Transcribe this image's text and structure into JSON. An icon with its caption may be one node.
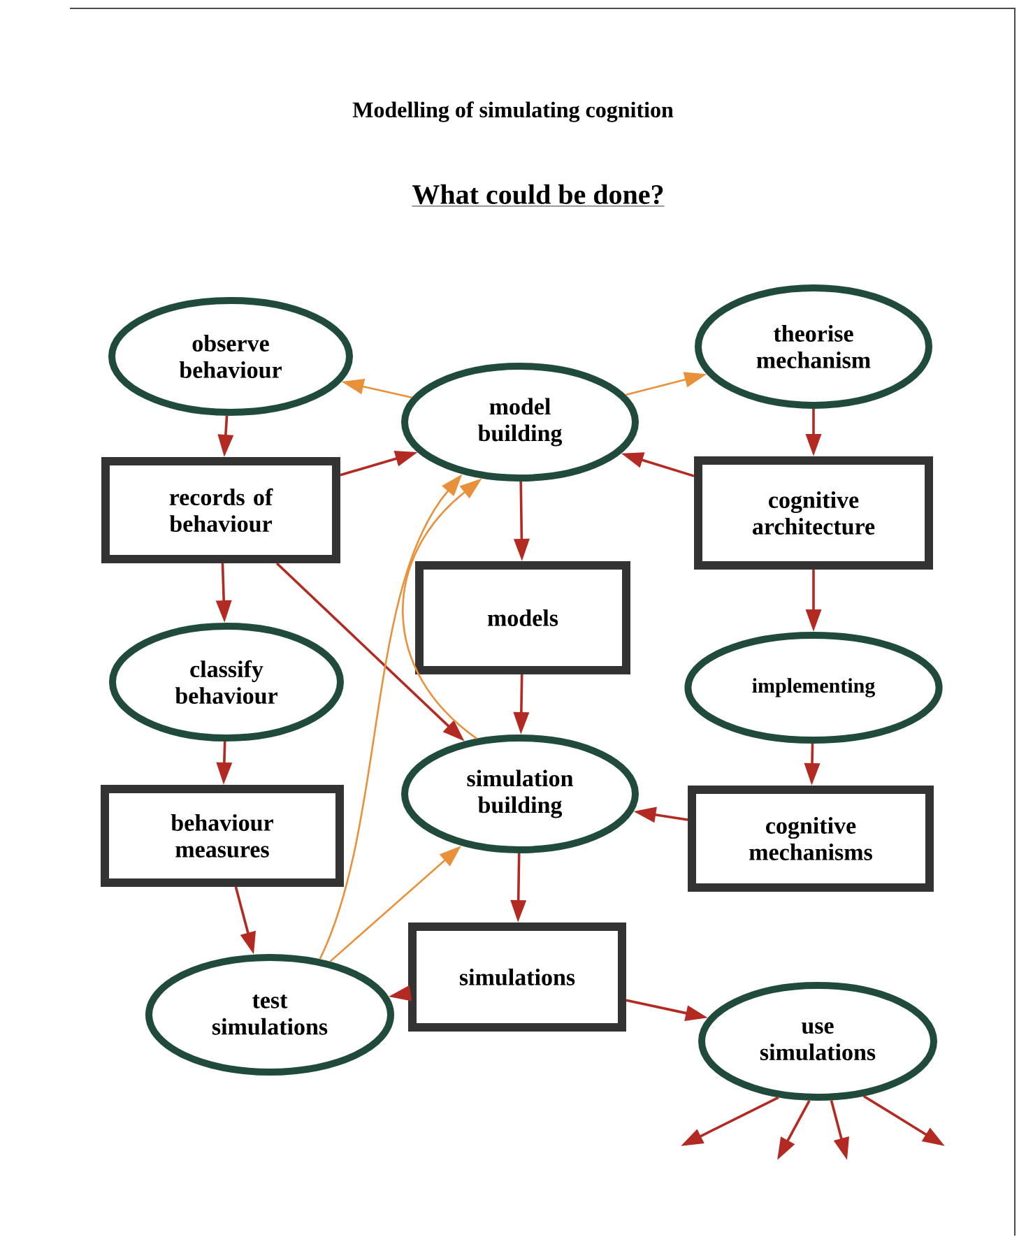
{
  "diagram": {
    "title": "Modelling of simulating cognition",
    "nodes": [
      {
        "text": [
          "observe behaviour"
        ]
      },
      {
        "text": [
          "model building"
        ]
      },
      {
        "text": [
          "theorise mechanism"
        ]
      },
      {
        "text": [
          "records of behaviour"
        ]
      },
      {
        "text": [
          "cognitive architecture"
        ]
      },
      {
        "text": [
          "models"
        ]
      },
      {
        "text": [
          "classify behaviour"
        ]
      },
      {
        "text": [
          "implementing"
        ]
      },
      {
        "text": [
          "simulation building"
        ]
      },
      {
        "text": [
          "behaviour measures"
        ]
      },
      {
        "text": [
          "cognitive mechanisms"
        ]
      },
      {
        "text": [
          "test simulations"
        ]
      },
      {
        "text": [
          "simulations"
        ]
      },
      {
        "text": [
          "use simulations"
        ]
      }
    ],
    "edges": [
      {
        "from": 1,
        "to": 0,
        "arrow": "to",
        "color": "#e8903a"
      },
      {
        "from": 1,
        "to": 2,
        "arrow": "to",
        "color": "#e8903a"
      },
      {
        "from": 0,
        "to": 3,
        "arrow": "to"
      },
      {
        "from": 3,
        "to": 1,
        "arrow": "to"
      },
      {
        "from": 2,
        "to": 4,
        "arrow": "to"
      },
      {
        "from": 4,
        "to": 1,
        "arrow": "to"
      },
      {
        "from": 1,
        "to": 5,
        "arrow": "to"
      },
      {
        "from": 3,
        "to": 6,
        "arrow": "to"
      },
      {
        "from": 3,
        "to": 8,
        "arrow": "to"
      },
      {
        "from": 11,
        "to": 1,
        "arrow": "to",
        "color": "#e8903a"
      },
      {
        "from": 8,
        "to": 1,
        "arrow": "to",
        "color": "#e8903a"
      },
      {
        "from": 4,
        "to": 7,
        "arrow": "to"
      },
      {
        "from": 5,
        "to": 8,
        "arrow": "to"
      },
      {
        "from": 6,
        "to": 9,
        "arrow": "to"
      },
      {
        "from": 7,
        "to": 10,
        "arrow": "to"
      },
      {
        "from": 10,
        "to": 8,
        "arrow": "to"
      },
      {
        "from": 9,
        "to": 11,
        "arrow": "to"
      },
      {
        "from": 8,
        "to": 12,
        "arrow": "to"
      },
      {
        "from": 11,
        "to": 8,
        "arrow": "to",
        "color": "#e8903a"
      },
      {
        "from": 12,
        "to": 11,
        "arrow": "to"
      },
      {
        "from": 12,
        "to": 13,
        "arrow": "to"
      },
      {
        "from": 13,
        "to": null,
        "arrow": "to"
      },
      {
        "from": 13,
        "to": null,
        "arrow": "to"
      },
      {
        "from": 13,
        "to": null,
        "arrow": "to"
      },
      {
        "from": 13,
        "to": null,
        "arrow": "to"
      }
    ],
    "labels": [
      "What could be done?"
    ]
  }
}
